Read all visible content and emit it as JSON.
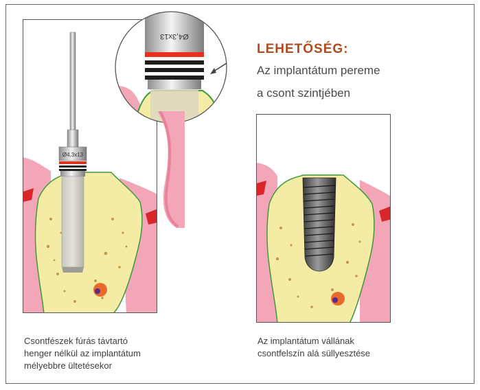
{
  "heading": "LEHETŐSÉG:",
  "subtitle_line1": "Az implantátum pereme",
  "subtitle_line2": "a csont szintjében",
  "left_caption": [
    "Csontfészek fúrás távtartó",
    "henger nélkül az implantátum",
    "mélyebbre ültetésekor"
  ],
  "right_caption": [
    "Az implantátum vállának",
    "csontfelszín alá süllyesztése"
  ],
  "drill_label": "Ø4,3x13",
  "colors": {
    "gum": "#f2a6b8",
    "bone": "#f4eca4",
    "stripe": "#e8301c",
    "heading": "#b24a1e"
  }
}
